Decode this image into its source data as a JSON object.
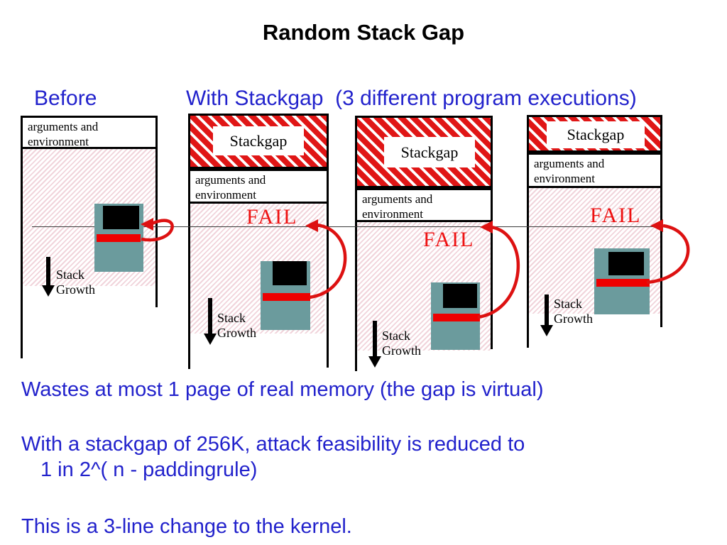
{
  "title": "Random Stack Gap",
  "headers": {
    "before": "Before",
    "with_stackgap": "With Stackgap  (3 different program executions)"
  },
  "diagram_labels": {
    "stackgap": "Stackgap",
    "args_line1": "arguments and",
    "args_line2": "environment",
    "fail": "FAIL",
    "stack": "Stack",
    "growth": "Growth"
  },
  "notes": [
    "Wastes at most 1 page of real memory (the gap is virtual)",
    "With a stackgap of 256K, attack feasibility is reduced to",
    "1 in 2^( n - paddingrule)",
    "This is a 3-line change to the kernel."
  ],
  "colors": {
    "blue_text": "#2222cc",
    "red_accent": "#dd1111",
    "teal_icon": "#6b9b9d",
    "pink_stripe": "#f1d4db"
  }
}
